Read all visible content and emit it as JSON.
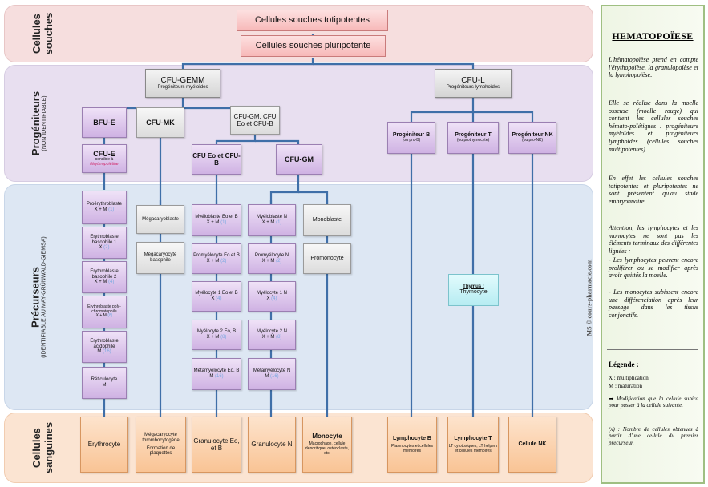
{
  "bands": {
    "souches": "Cellules souches",
    "progeniteurs": "Progéniteurs",
    "progeniteurs_sub": "(NON IDENTIFIABLE)",
    "precurseurs": "Précurseurs",
    "precurseurs_sub": "(IDENTIFIABLE AU MAY-GRÜNWALD-GIEMSA)",
    "sanguines": "Cellules sanguines"
  },
  "souches": {
    "totipotentes": "Cellules souches totipotentes",
    "pluripotente": "Cellules souches pluripotente"
  },
  "progeniteurs": {
    "cfu_gemm": "CFU-GEMM",
    "cfu_gemm_sub": "Progéniteurs myéloïdes",
    "cfu_l": "CFU-L",
    "cfu_l_sub": "Progéniteurs lymphoïdes",
    "bfu_e": "BFU-E",
    "cfu_mk": "CFU-MK",
    "cfu_gm_eo": "CFU-GM, CFU Eo et CFU-B",
    "cfu_e": "CFU-E",
    "cfu_e_note": "sensible à",
    "cfu_e_note2": "l'érythropoïétine",
    "cfu_eo_b": "CFU Eo et CFU-B",
    "cfu_gm": "CFU-GM",
    "prog_b": "Progéniteur B",
    "prog_b_sub": "(ou pro-B)",
    "prog_t": "Progéniteur T",
    "prog_t_sub": "(ou prothymocyte)",
    "prog_nk": "Progéniteur NK",
    "prog_nk_sub": "(ou pro-NK)"
  },
  "precurseurs": {
    "erythro": [
      {
        "name": "Proérythroblaste",
        "op": "X + M",
        "n": "(1)"
      },
      {
        "name": "Erythroblaste basophile 1",
        "op": "X",
        "n": "(2)"
      },
      {
        "name": "Erythroblaste basophile 2",
        "op": "X + M",
        "n": "(4)"
      },
      {
        "name": "Erythroblaste poly-chromatophile",
        "op": "X + M",
        "n": "(8)"
      },
      {
        "name": "Erythroblaste acidophile",
        "op": "M",
        "n": "(16)"
      },
      {
        "name": "Réticulocyte",
        "op": "M",
        "n": ""
      }
    ],
    "megacaryoblaste": "Mégacaryoblaste",
    "megacaryocyte_basophile": "Mégacaryocyte basophile",
    "eo_b": [
      {
        "name": "Myéloblaste Eo et B",
        "op": "X + M",
        "n": "(1)"
      },
      {
        "name": "Promyélocyte Eo et B",
        "op": "X + M",
        "n": "(2)"
      },
      {
        "name": "Myélocyte 1 Eo et B",
        "op": "X",
        "n": "(4)"
      },
      {
        "name": "Myélocyte 2 Eo, B",
        "op": "X + M",
        "n": "(8)"
      },
      {
        "name": "Métamyélocyte Eo, B",
        "op": "M",
        "n": "(16)"
      }
    ],
    "n": [
      {
        "name": "Myéloblaste N",
        "op": "X + M",
        "n": "(1)"
      },
      {
        "name": "Promyélocyte N",
        "op": "X + M",
        "n": "(2)"
      },
      {
        "name": "Myélocyte 1 N",
        "op": "X",
        "n": "(4)"
      },
      {
        "name": "Myélocyte 2 N",
        "op": "X + M",
        "n": "(8)"
      },
      {
        "name": "Métamyélocyte N",
        "op": "M",
        "n": "(16)"
      }
    ],
    "monoblaste": "Monoblaste",
    "promonocyte": "Promonocyte",
    "thymus": "Thymus :",
    "thymocyte": "Thymocyte"
  },
  "sanguines": {
    "erythrocyte": "Erythrocyte",
    "megacaryocyte": "Mégacaryocyte thrombocytogène",
    "megacaryocyte_sub": "Formation de plaquettes",
    "granulocyte_eob": "Granulocyte Eo, et B",
    "granulocyte_n": "Granulocyte N",
    "monocyte": "Monocyte",
    "monocyte_sub": "Macrophage, cellule dendritique, ostéoclaste, etc.",
    "lymph_b": "Lymphocyte B",
    "lymph_b_sub": "Plasmocytes et cellules mémoires",
    "lymph_t": "Lymphocyte T",
    "lymph_t_sub": "LT cytotoxiques, LT helpers et cellules mémoires",
    "nk": "Cellule NK"
  },
  "panel": {
    "title": "HEMATOPOÏESE",
    "p1": "L'hématopoïèse prend en compte l'érythopoïèse, la granulopoïèse et la lymphopoïèse.",
    "p2": "Elle se réalise dans la moelle osseuse (moelle rouge) qui contient les cellules souches hémato-poïétiques : progéniteurs myéloïdes et progéniteurs lymphoïdes (cellules souches multipotentes).",
    "p3": "En effet les cellules souches totipotentes et pluripotentes ne sont présentent qu'au stade embryonnaire.",
    "p4": "Attention, les lymphocytes et les monocytes ne sont pas les éléments terminaux des différentes lignées :",
    "p5": "- Les lymphocytes peuvent encore proliférer ou se modifier après avoir quittés la moelle.",
    "p6": "- Les monocytes subissent encore une différenciation après leur passage dans les tissus conjonctifs.",
    "legend_title": "Légende :",
    "leg_x": "X : multiplication",
    "leg_m": "M : maturation",
    "leg_arrow": "➡ Modification que la cellule subira pour passer à la cellule suivante.",
    "leg_n": "(x) : Nombre de cellules obtenues à partir d'une cellule du premier précurseur."
  },
  "watermark": "MS © cours-pharmacie.com",
  "colors": {
    "line": "#3f6fa8",
    "blue_count": "#7aa8e0"
  }
}
